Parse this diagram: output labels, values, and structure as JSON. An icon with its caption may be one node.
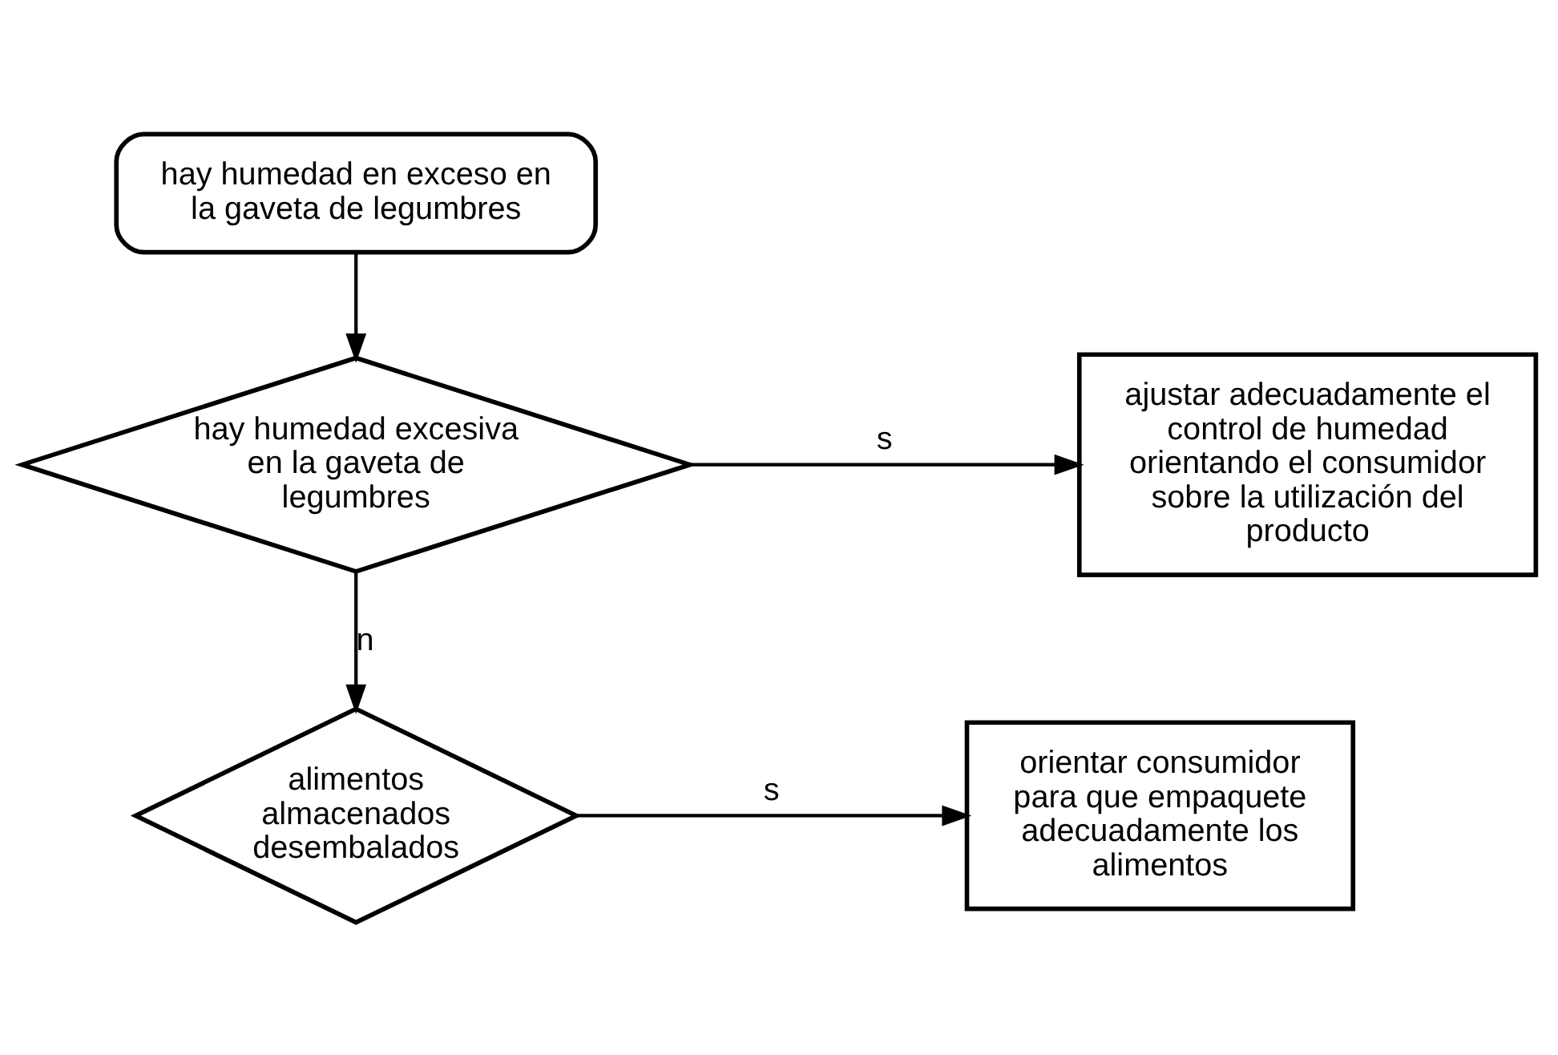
{
  "diagram": {
    "nodes": [
      {
        "text": [
          "hay humedad en exceso en la gaveta de legumbres"
        ]
      },
      {
        "text": [
          "hay humedad excesiva en la gaveta de legumbres"
        ]
      },
      {
        "text": [
          "ajustar adecuadamente el control de humedad orientando el consumidor sobre la utilización del producto"
        ]
      },
      {
        "text": [
          "alimentos almacenados desembalados"
        ]
      },
      {
        "text": [
          "orientar consumidor para que empaquete adecuadamente los alimentos"
        ]
      }
    ],
    "edges": [
      {
        "from": 0,
        "to": 1,
        "arrow": "to"
      },
      {
        "from": 1,
        "to": 2,
        "arrow": "to",
        "label": "s"
      },
      {
        "from": 1,
        "to": 3,
        "arrow": "to",
        "label": "n"
      },
      {
        "from": 3,
        "to": 4,
        "arrow": "to",
        "label": "s"
      }
    ]
  }
}
